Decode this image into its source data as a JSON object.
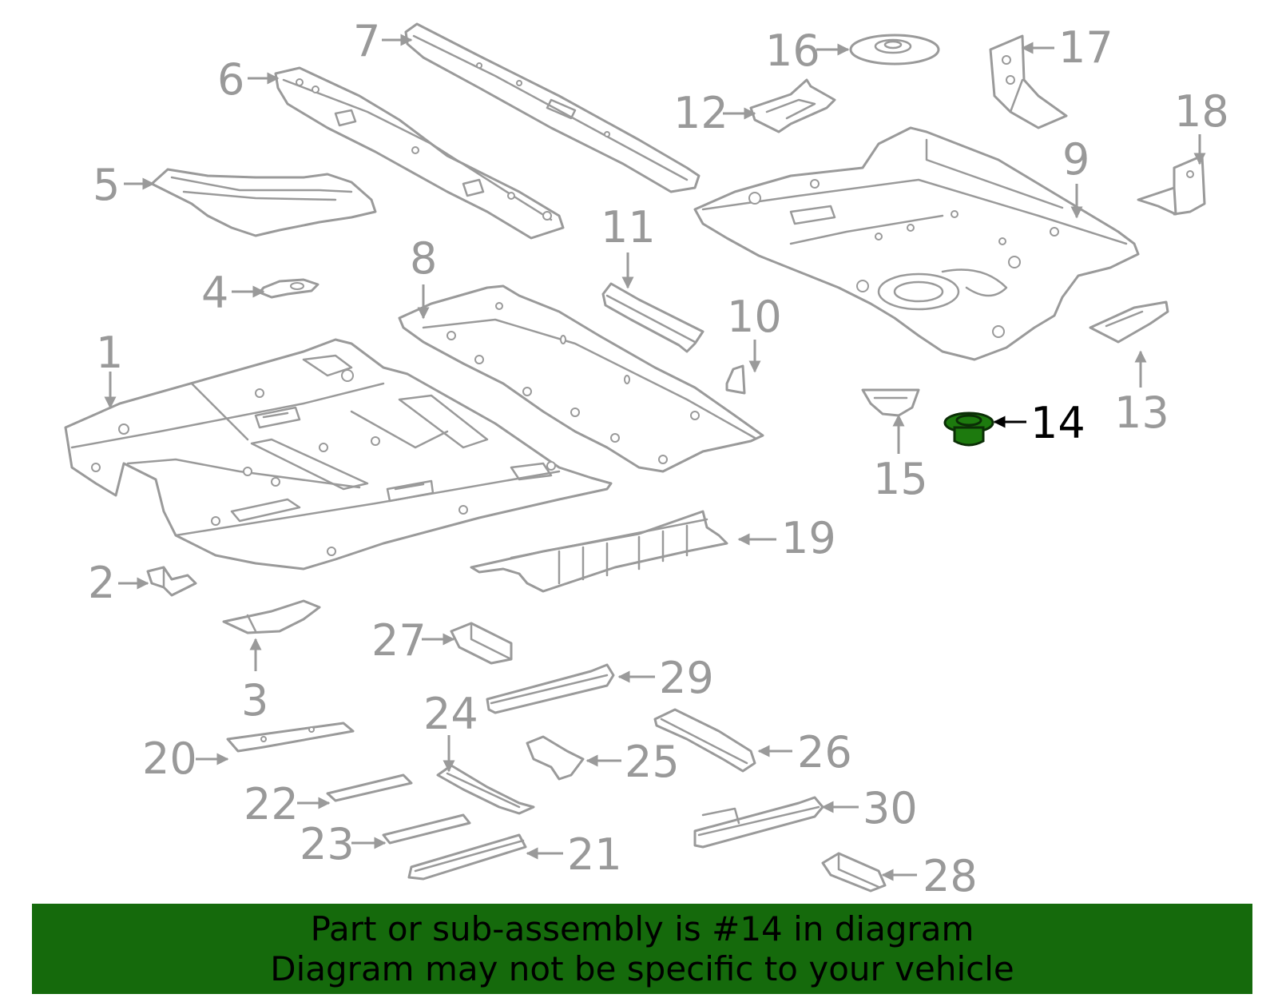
{
  "diagram": {
    "highlighted_part": "14",
    "accent_color": "#1d7a0e",
    "line_color": "#9a9a9a",
    "callouts": [
      "1",
      "2",
      "3",
      "4",
      "5",
      "6",
      "7",
      "8",
      "9",
      "10",
      "11",
      "12",
      "13",
      "14",
      "15",
      "16",
      "17",
      "18",
      "19",
      "20",
      "21",
      "22",
      "23",
      "24",
      "25",
      "26",
      "27",
      "28",
      "29",
      "30"
    ]
  },
  "banner": {
    "line1": "Part or sub-assembly is #14 in diagram",
    "line2": "Diagram may not be specific to your vehicle",
    "background": "#156a0c"
  }
}
